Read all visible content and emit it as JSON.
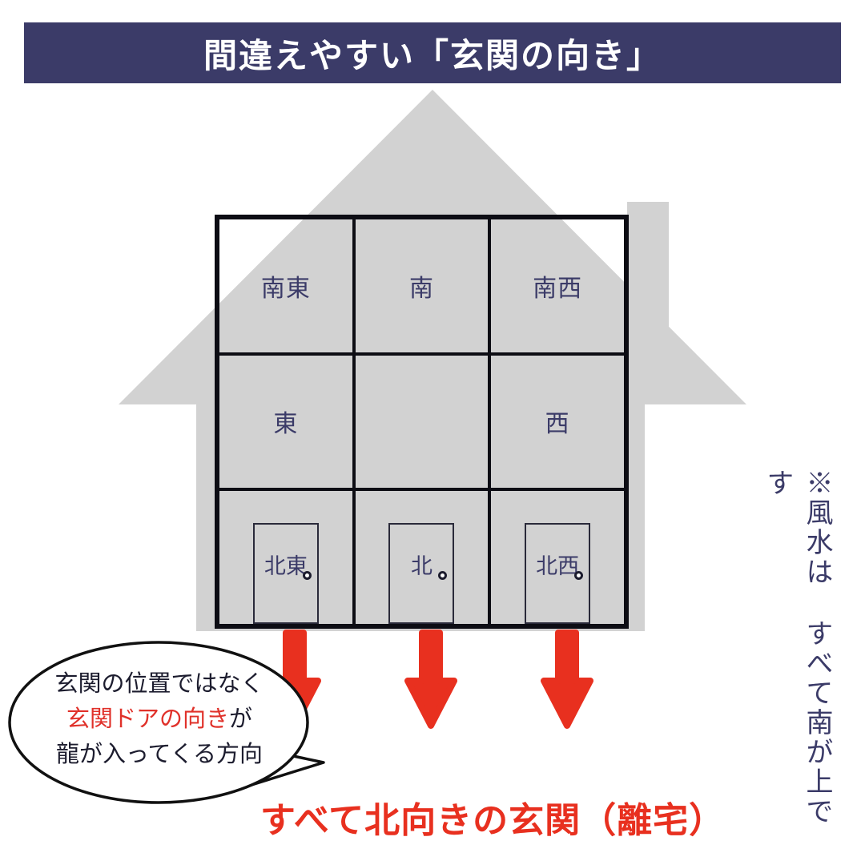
{
  "header": {
    "title": "間違えやすい「玄関の向き」"
  },
  "grid": {
    "labels": {
      "se": "南東",
      "s": "南",
      "sw": "南西",
      "e": "東",
      "w": "西",
      "ne": "北東",
      "n": "北",
      "nw": "北西"
    }
  },
  "bubble": {
    "line1": "玄関の位置ではなく",
    "line2_red": "玄関ドアの向き",
    "line2_suffix": "が",
    "line3": "龍が入ってくる方向"
  },
  "caption": {
    "text": "すべて北向きの玄関（離宅）"
  },
  "side_note": {
    "text": "※風水は すべて南が上です"
  },
  "colors": {
    "navy": "#3b3b68",
    "red": "#e8301f",
    "house_gray": "#d2d2d2",
    "line_black": "#0d0d14"
  },
  "icons": {
    "house": "house-silhouette",
    "doorknob": "doorknob",
    "arrow": "red-down-arrow"
  }
}
